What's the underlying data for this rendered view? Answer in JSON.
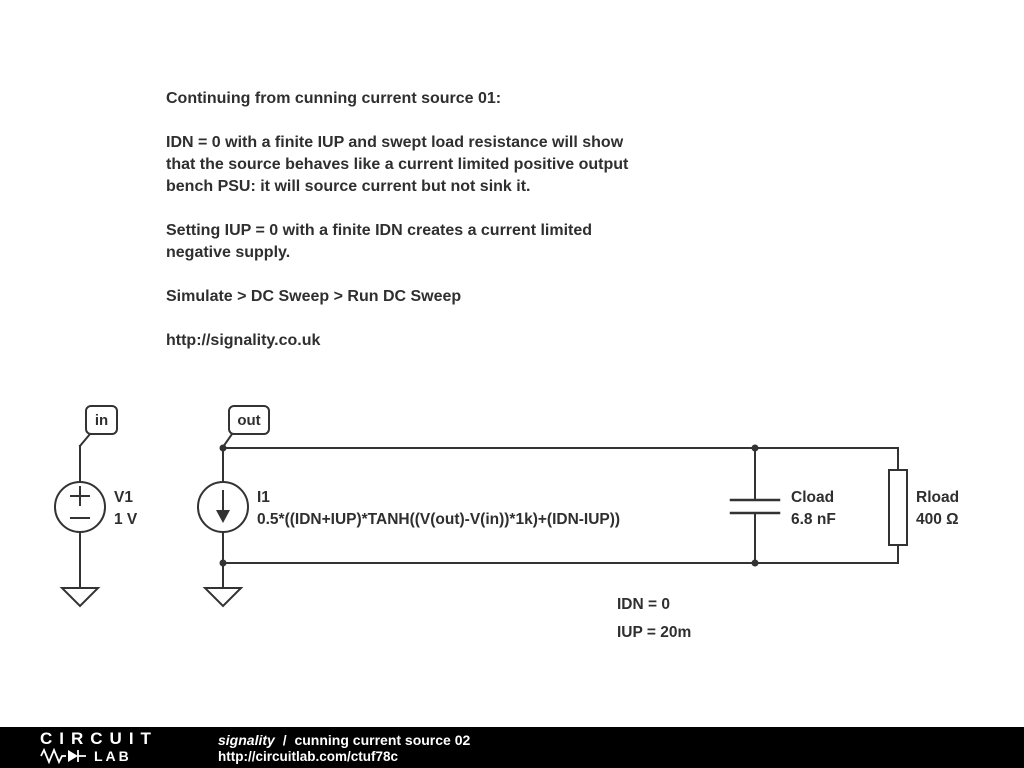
{
  "annotation": {
    "paragraphs": [
      "Continuing from cunning current source 01:",
      "IDN = 0 with a finite IUP and swept load resistance will show\nthat the source behaves like a current limited positive output\nbench PSU: it will source current but not sink it.",
      "Setting IUP = 0 with a finite IDN creates a current limited\nnegative supply.",
      "Simulate > DC Sweep > Run DC Sweep",
      "http://signality.co.uk"
    ]
  },
  "schematic": {
    "nodes": [
      {
        "label": "in"
      },
      {
        "label": "out"
      }
    ],
    "components": {
      "v1": {
        "name": "V1",
        "value": "1 V"
      },
      "i1": {
        "name": "I1",
        "value": "0.5*((IDN+IUP)*TANH((V(out)-V(in))*1k)+(IDN-IUP))"
      },
      "cload": {
        "name": "Cload",
        "value": "6.8 nF"
      },
      "rload": {
        "name": "Rload",
        "value": "400 Ω"
      }
    },
    "parameters": [
      "IDN = 0",
      "IUP = 20m"
    ],
    "wire_color": "#333333"
  },
  "footer": {
    "brand_line1": "CIRCUIT",
    "brand_line2": "LAB",
    "project_owner": "signality",
    "separator": "/",
    "project_title": "cunning current source 02",
    "url": "http://circuitlab.com/ctuf78c",
    "background": "#000000",
    "text_color": "#ffffff"
  }
}
